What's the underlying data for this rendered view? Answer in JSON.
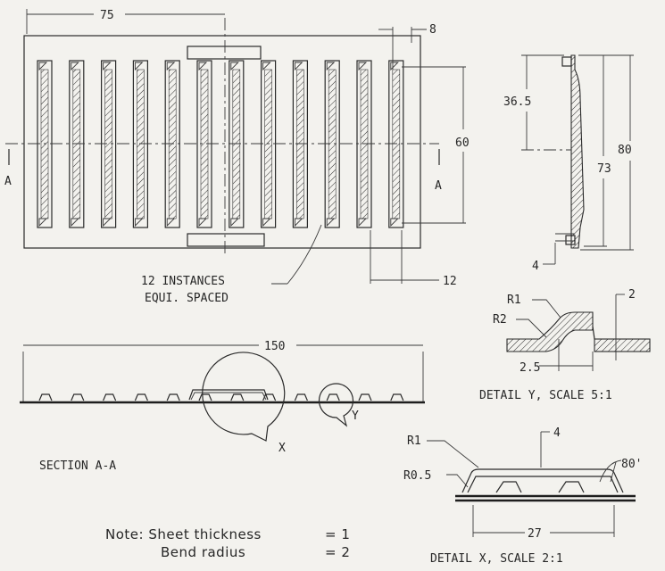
{
  "main_view": {
    "width_dim": "75",
    "offset_dim": "8",
    "height_dim": "60",
    "pitch_dim": "12",
    "section_mark_left": "A",
    "section_mark_right": "A",
    "instances_line1": "12 INSTANCES",
    "instances_line2": "EQUI. SPACED"
  },
  "side_view": {
    "dim_36_5": "36.5",
    "dim_80": "80",
    "dim_73": "73",
    "dim_4": "4"
  },
  "section": {
    "length_dim": "150",
    "detail_x_mark": "X",
    "detail_y_mark": "Y",
    "title": "SECTION A-A"
  },
  "detail_y": {
    "r1": "R1",
    "r2": "R2",
    "dim_2": "2",
    "dim_2_5": "2.5",
    "title": "DETAIL Y, SCALE 5:1"
  },
  "detail_x": {
    "r1": "R1",
    "r0_5": "R0.5",
    "dim_4": "4",
    "angle": "80'",
    "dim_27": "27",
    "title": "DETAIL X, SCALE 2:1"
  },
  "note": {
    "line1_label": "Note: Sheet thickness",
    "line1_value": "= 1",
    "line2_label": "Bend radius",
    "line2_value": "= 2"
  }
}
